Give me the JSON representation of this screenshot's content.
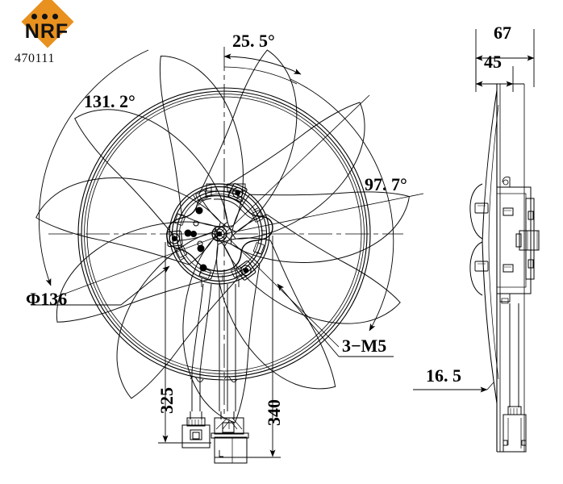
{
  "drawing": {
    "brand": "NRF",
    "part_number": "470111",
    "logo": {
      "wordmark": "NRF",
      "dot_count": 3,
      "diamond_color": "#e8911f",
      "wordmark_color": "#111111"
    },
    "background_color": "#ffffff",
    "line_color": "#000000",
    "views": [
      {
        "id": "front-view",
        "name": "front view of radiator fan assembly"
      },
      {
        "id": "side-view",
        "name": "right side view of radiator fan assembly"
      }
    ]
  },
  "dimensions": {
    "angle_top": "25. 5°",
    "angle_left": "131. 2°",
    "angle_right": "97. 7°",
    "diameter": "Φ136",
    "thread_callout": "3−M5",
    "wire_len_left": "325",
    "wire_len_right": "340",
    "overall_depth": "67",
    "inner_depth": "45",
    "blade_offset": "16. 5"
  }
}
